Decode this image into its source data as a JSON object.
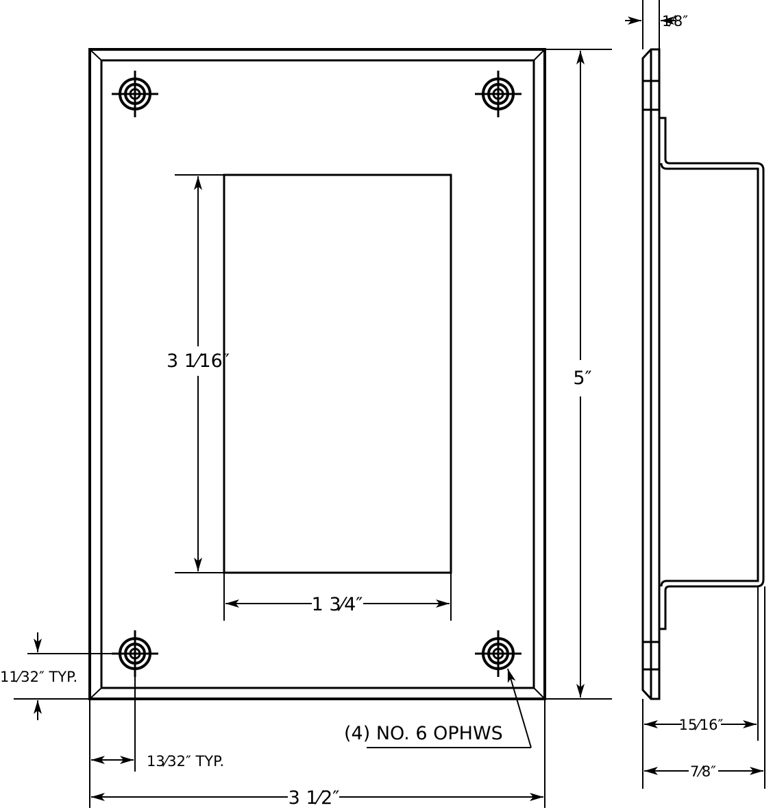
{
  "front_view": {
    "height_dim": "5″",
    "opening_height_dim": "3 1⁄16″",
    "opening_width_dim": "1 3⁄4″",
    "overall_width_dim": "3 1⁄2″",
    "hole_x_offset_dim": "13⁄32″ TYP.",
    "hole_y_offset_dim": "11⁄32″ TYP.",
    "screw_callout": "(4) NO. 6 OPHWS"
  },
  "side_view": {
    "plate_thickness_dim": "1⁄8″",
    "depth_inner_dim": "15⁄16″",
    "depth_outer_dim": "7⁄8″"
  }
}
